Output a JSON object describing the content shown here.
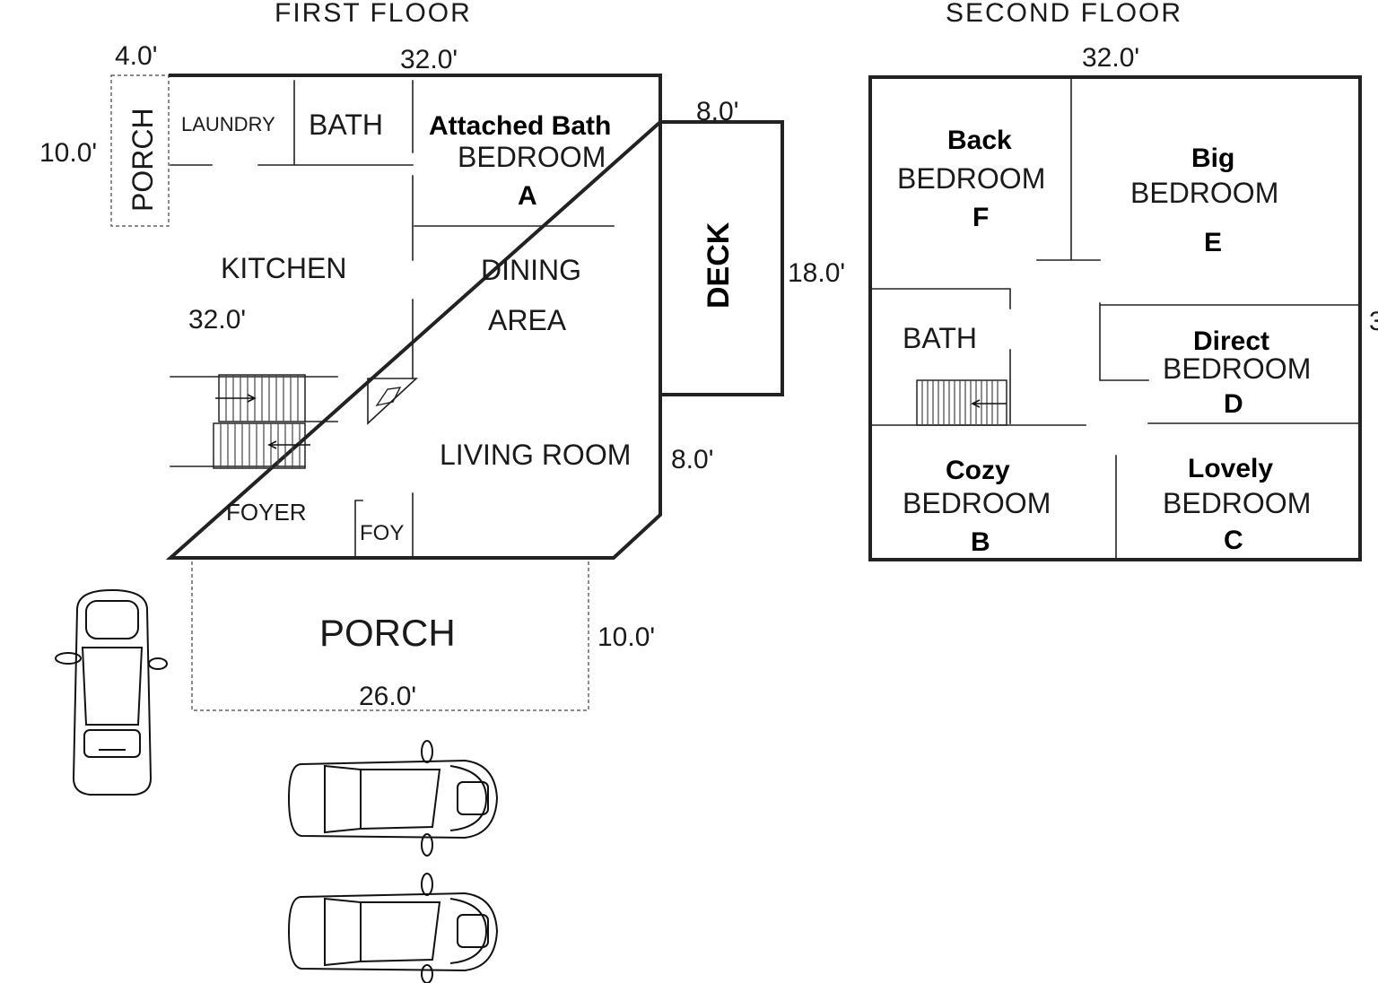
{
  "first_floor": {
    "title": "FIRST FLOOR",
    "dim_top": "32.0'",
    "dim_porch_width": "4.0'",
    "dim_porch_height": "10.0'",
    "dim_deck_width": "8.0'",
    "dim_deck_length": "18.0'",
    "dim_side": "8.0'",
    "dim_kitchen": "32.0'",
    "rooms": {
      "side_porch": "PORCH",
      "laundry": "LAUNDRY",
      "bath": "BATH",
      "bedroom_a_name": "Attached Bath",
      "bedroom_a_type": "BEDROOM",
      "bedroom_a_letter": "A",
      "kitchen": "KITCHEN",
      "dining_1": "DINING",
      "dining_2": "AREA",
      "deck": "DECK",
      "living_room": "LIVING ROOM",
      "foyer": "FOYER",
      "foy": "FOY"
    },
    "front_porch": {
      "label": "PORCH",
      "depth": "10.0'",
      "width": "26.0'"
    }
  },
  "second_floor": {
    "title": "SECOND FLOOR",
    "dim_top": "32.0'",
    "dim_right": "3",
    "rooms": {
      "back_name": "Back",
      "back_type": "BEDROOM",
      "back_letter": "F",
      "big_name": "Big",
      "big_type": "BEDROOM",
      "big_letter": "E",
      "bath": "BATH",
      "direct_name": "Direct",
      "direct_type": "BEDROOM",
      "direct_letter": "D",
      "cozy_name": "Cozy",
      "cozy_type": "BEDROOM",
      "cozy_letter": "B",
      "lovely_name": "Lovely",
      "lovely_type": "BEDROOM",
      "lovely_letter": "C"
    }
  },
  "icons": [
    "car-icon",
    "stairs-icon",
    "fireplace-icon"
  ]
}
